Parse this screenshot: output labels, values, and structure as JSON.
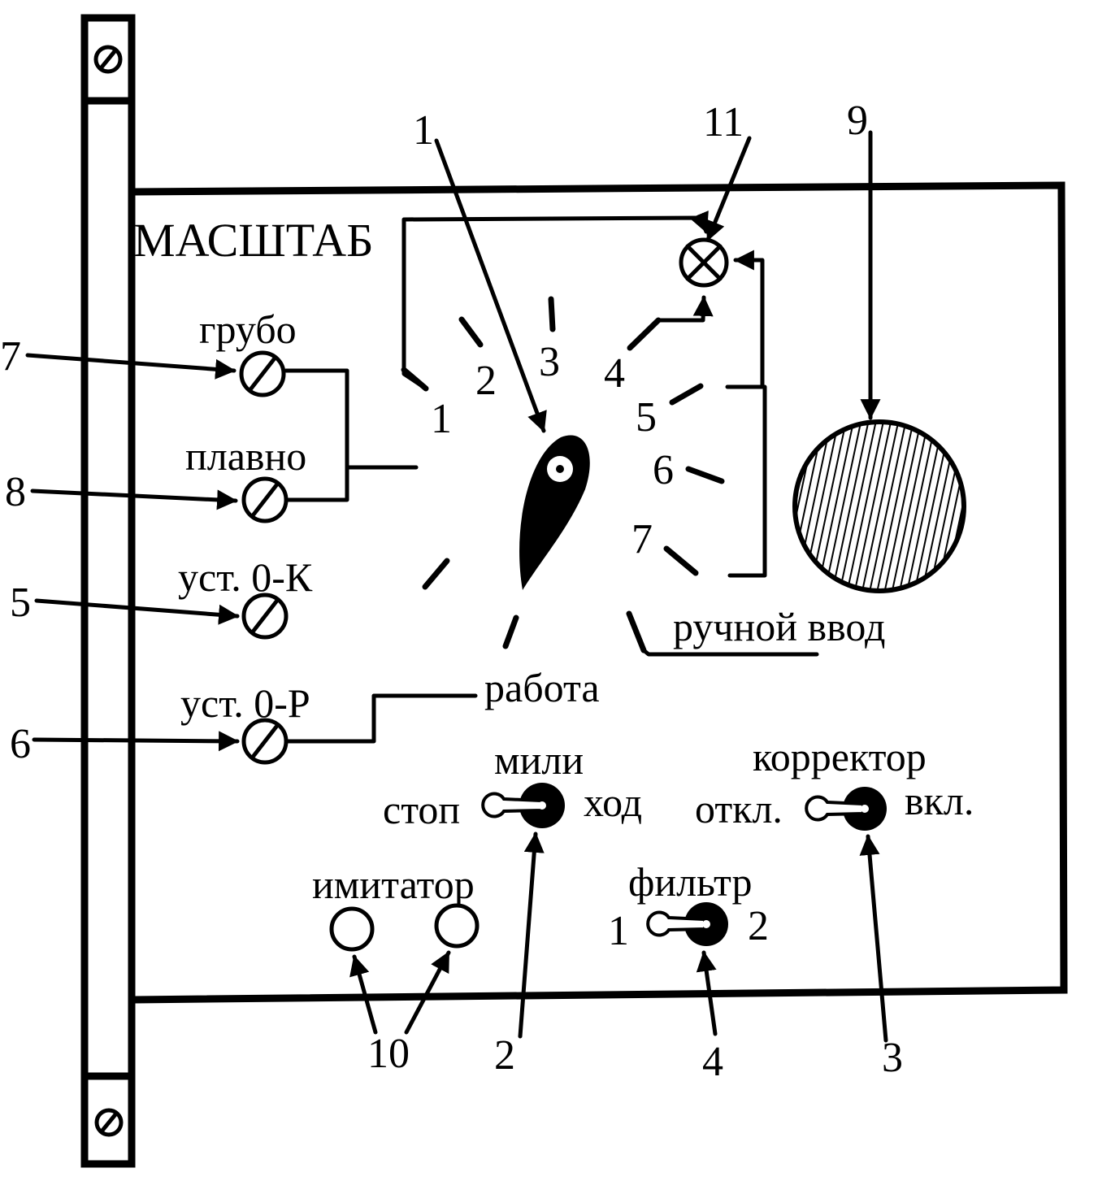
{
  "panel": {
    "scale_title": "МАСШТАБ",
    "coarse": "грубо",
    "smooth": "плавно",
    "zero_k": "уст. 0-К",
    "zero_r": "уст. 0-Р",
    "manual_input": "ручной ввод",
    "work": "работа",
    "mili": "мили",
    "stop": "стоп",
    "run": "ход",
    "corrector": "корректор",
    "off": "откл.",
    "on": "вкл.",
    "simulator": "имитатор",
    "filter": "фильтр",
    "filter_pos_1": "1",
    "filter_pos_2": "2"
  },
  "dial": {
    "positions": [
      "1",
      "2",
      "3",
      "4",
      "5",
      "6",
      "7"
    ]
  },
  "callouts": [
    "1",
    "2",
    "3",
    "4",
    "5",
    "6",
    "7",
    "8",
    "9",
    "10",
    "11"
  ]
}
